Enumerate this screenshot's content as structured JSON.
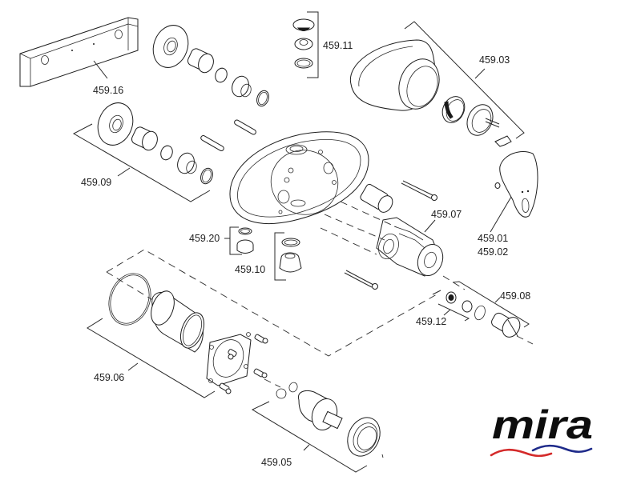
{
  "diagram": {
    "title": "Mira thermostatic shower valve exploded parts diagram",
    "labels": {
      "p45916": "459.16",
      "p45911": "459.11",
      "p45903": "459.03",
      "p45909": "459.09",
      "p45907": "459.07",
      "p45920": "459.20",
      "p45910": "459.10",
      "p45901": "459.01",
      "p45902": "459.02",
      "p45908": "459.08",
      "p45912": "459.12",
      "p45906": "459.06",
      "p45905": "459.05"
    }
  },
  "brand": {
    "name": "mira",
    "wave_colors": {
      "hot": "#d42a2a",
      "cold": "#1e2a8a"
    }
  }
}
